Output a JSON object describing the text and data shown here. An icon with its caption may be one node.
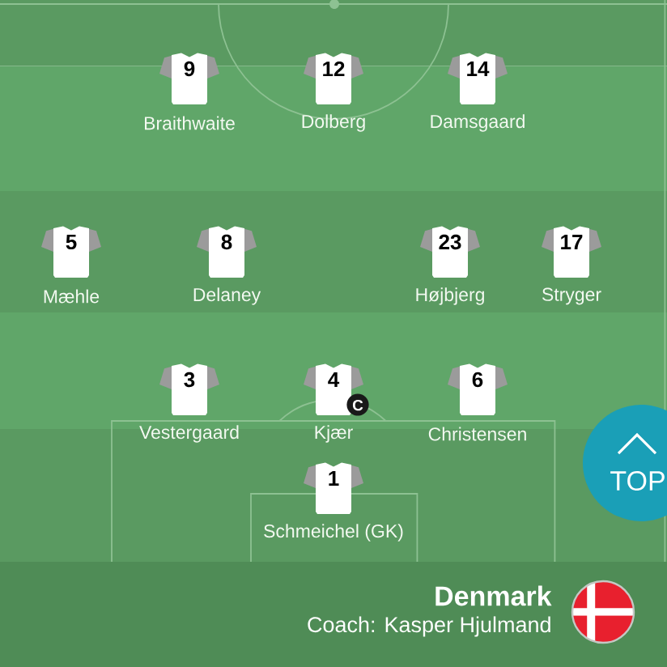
{
  "diagram": {
    "title": "Denmark",
    "nodes": [
      {
        "text": [
          "9"
        ],
        "beside": [
          "Braithwaite"
        ]
      },
      {
        "text": [
          "12"
        ],
        "beside": [
          "Dolberg"
        ]
      },
      {
        "text": [
          "14"
        ],
        "beside": [
          "Damsgaard"
        ]
      },
      {
        "text": [
          "5"
        ],
        "beside": [
          "Mæhle"
        ]
      },
      {
        "text": [
          "8"
        ],
        "beside": [
          "Delaney"
        ]
      },
      {
        "text": [
          "23"
        ],
        "beside": [
          "Højbjerg"
        ]
      },
      {
        "text": [
          "17"
        ],
        "beside": [
          "Stryger"
        ]
      },
      {
        "text": [
          "3"
        ],
        "beside": [
          "Vestergaard"
        ]
      },
      {
        "text": [
          "4"
        ],
        "beside": [
          "Kjær"
        ]
      },
      {
        "text": [
          "C"
        ]
      },
      {
        "text": [
          "6"
        ],
        "beside": [
          "Christensen"
        ]
      },
      {
        "text": [
          "TOP"
        ]
      },
      {
        "text": [
          "1"
        ],
        "beside": [
          "Schmeichel (GK)"
        ]
      }
    ],
    "labels": [
      "Coach: Kasper Hjulmand"
    ]
  }
}
